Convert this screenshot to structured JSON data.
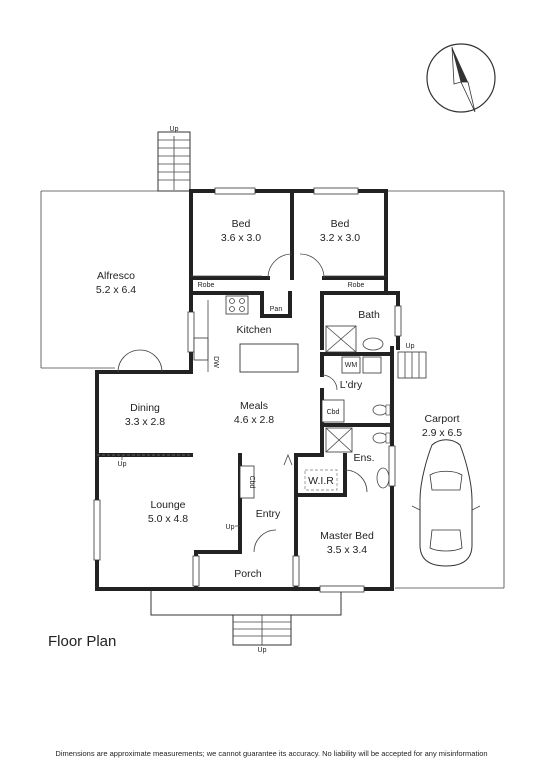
{
  "plan_title": "Floor Plan",
  "disclaimer": "Dimensions are approximate measurements; we cannot guarantee its accuracy. No liability will be accepted for any misinformation",
  "rooms": {
    "alfresco": {
      "name": "Alfresco",
      "size": "5.2 x 6.4"
    },
    "bed2": {
      "name": "Bed",
      "size": "3.6 x 3.0"
    },
    "bed3": {
      "name": "Bed",
      "size": "3.2 x 3.0"
    },
    "kitchen": {
      "name": "Kitchen"
    },
    "bath": {
      "name": "Bath"
    },
    "dining": {
      "name": "Dining",
      "size": "3.3 x 2.8"
    },
    "meals": {
      "name": "Meals",
      "size": "4.6 x 2.8"
    },
    "laundry": {
      "name": "L'dry"
    },
    "carport": {
      "name": "Carport",
      "size": "2.9 x 6.5"
    },
    "ensuite": {
      "name": "Ens."
    },
    "wir": {
      "name": "W.I.R"
    },
    "lounge": {
      "name": "Lounge",
      "size": "5.0 x 4.8"
    },
    "entry": {
      "name": "Entry"
    },
    "master": {
      "name": "Master Bed",
      "size": "3.5 x 3.4"
    },
    "porch": {
      "name": "Porch"
    }
  },
  "labels": {
    "robe": "Robe",
    "pan": "Pan",
    "dw": "DW",
    "wm": "WM",
    "cbd": "Cbd",
    "up": "Up"
  },
  "compass": {
    "icon": "north-arrow-icon"
  }
}
